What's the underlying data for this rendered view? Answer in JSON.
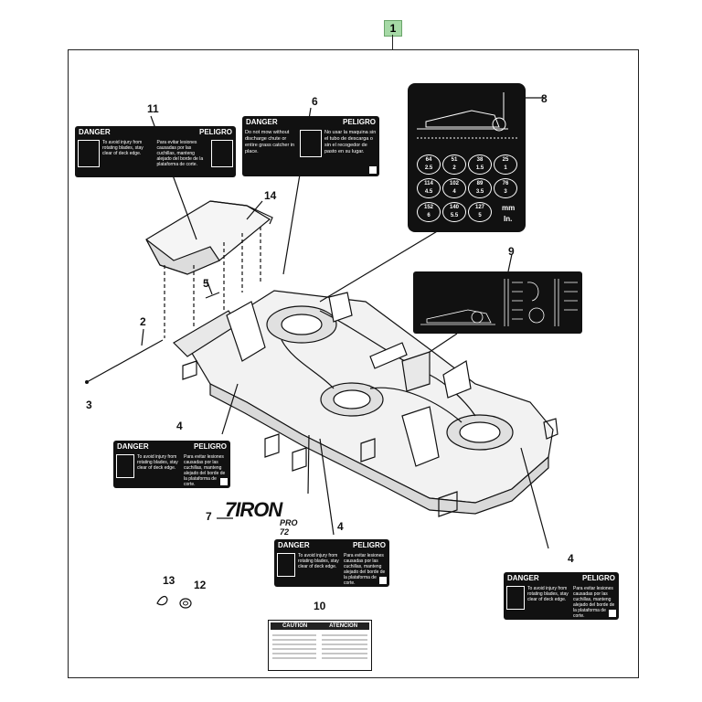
{
  "figure_badge": "1",
  "callouts": {
    "c2": "2",
    "c3": "3",
    "c4a": "4",
    "c4b": "4",
    "c4c": "4",
    "c5": "5",
    "c6": "6",
    "c7": "7",
    "c8": "8",
    "c9": "9",
    "c10": "10",
    "c11": "11",
    "c12": "12",
    "c13": "13",
    "c14": "14"
  },
  "decal_danger": "DANGER",
  "decal_peligro": "PELIGRO",
  "decal6_en": "Do not mow without discharge chute or entire grass catcher in place.",
  "decal6_es": "No usar la maquina sin el tubo de descarga o sin el recogedor de pasto en su lugar.",
  "decal4_en": "To avoid injury from rotating blades, stay clear of deck edge.",
  "decal4_es": "Para evitar lesiones causadas por las cuchillas, manteng alejado del borde de la plataforma de corte.",
  "decal10_caution": "CAUTION",
  "decal10_atencion": "ATENCION",
  "chart8": {
    "cells": [
      [
        "64",
        "2.5"
      ],
      [
        "51",
        "2"
      ],
      [
        "38",
        "1.5"
      ],
      [
        "25",
        "1"
      ],
      [
        "114",
        "4.5"
      ],
      [
        "102",
        "4"
      ],
      [
        "89",
        "3.5"
      ],
      [
        "76",
        "3"
      ],
      [
        "152",
        "6"
      ],
      [
        "140",
        "5.5"
      ],
      [
        "127",
        "5"
      ]
    ],
    "unit_mm": "mm",
    "unit_in": "In."
  },
  "logo_main": "7IRON",
  "logo_sub": "PRO 72"
}
